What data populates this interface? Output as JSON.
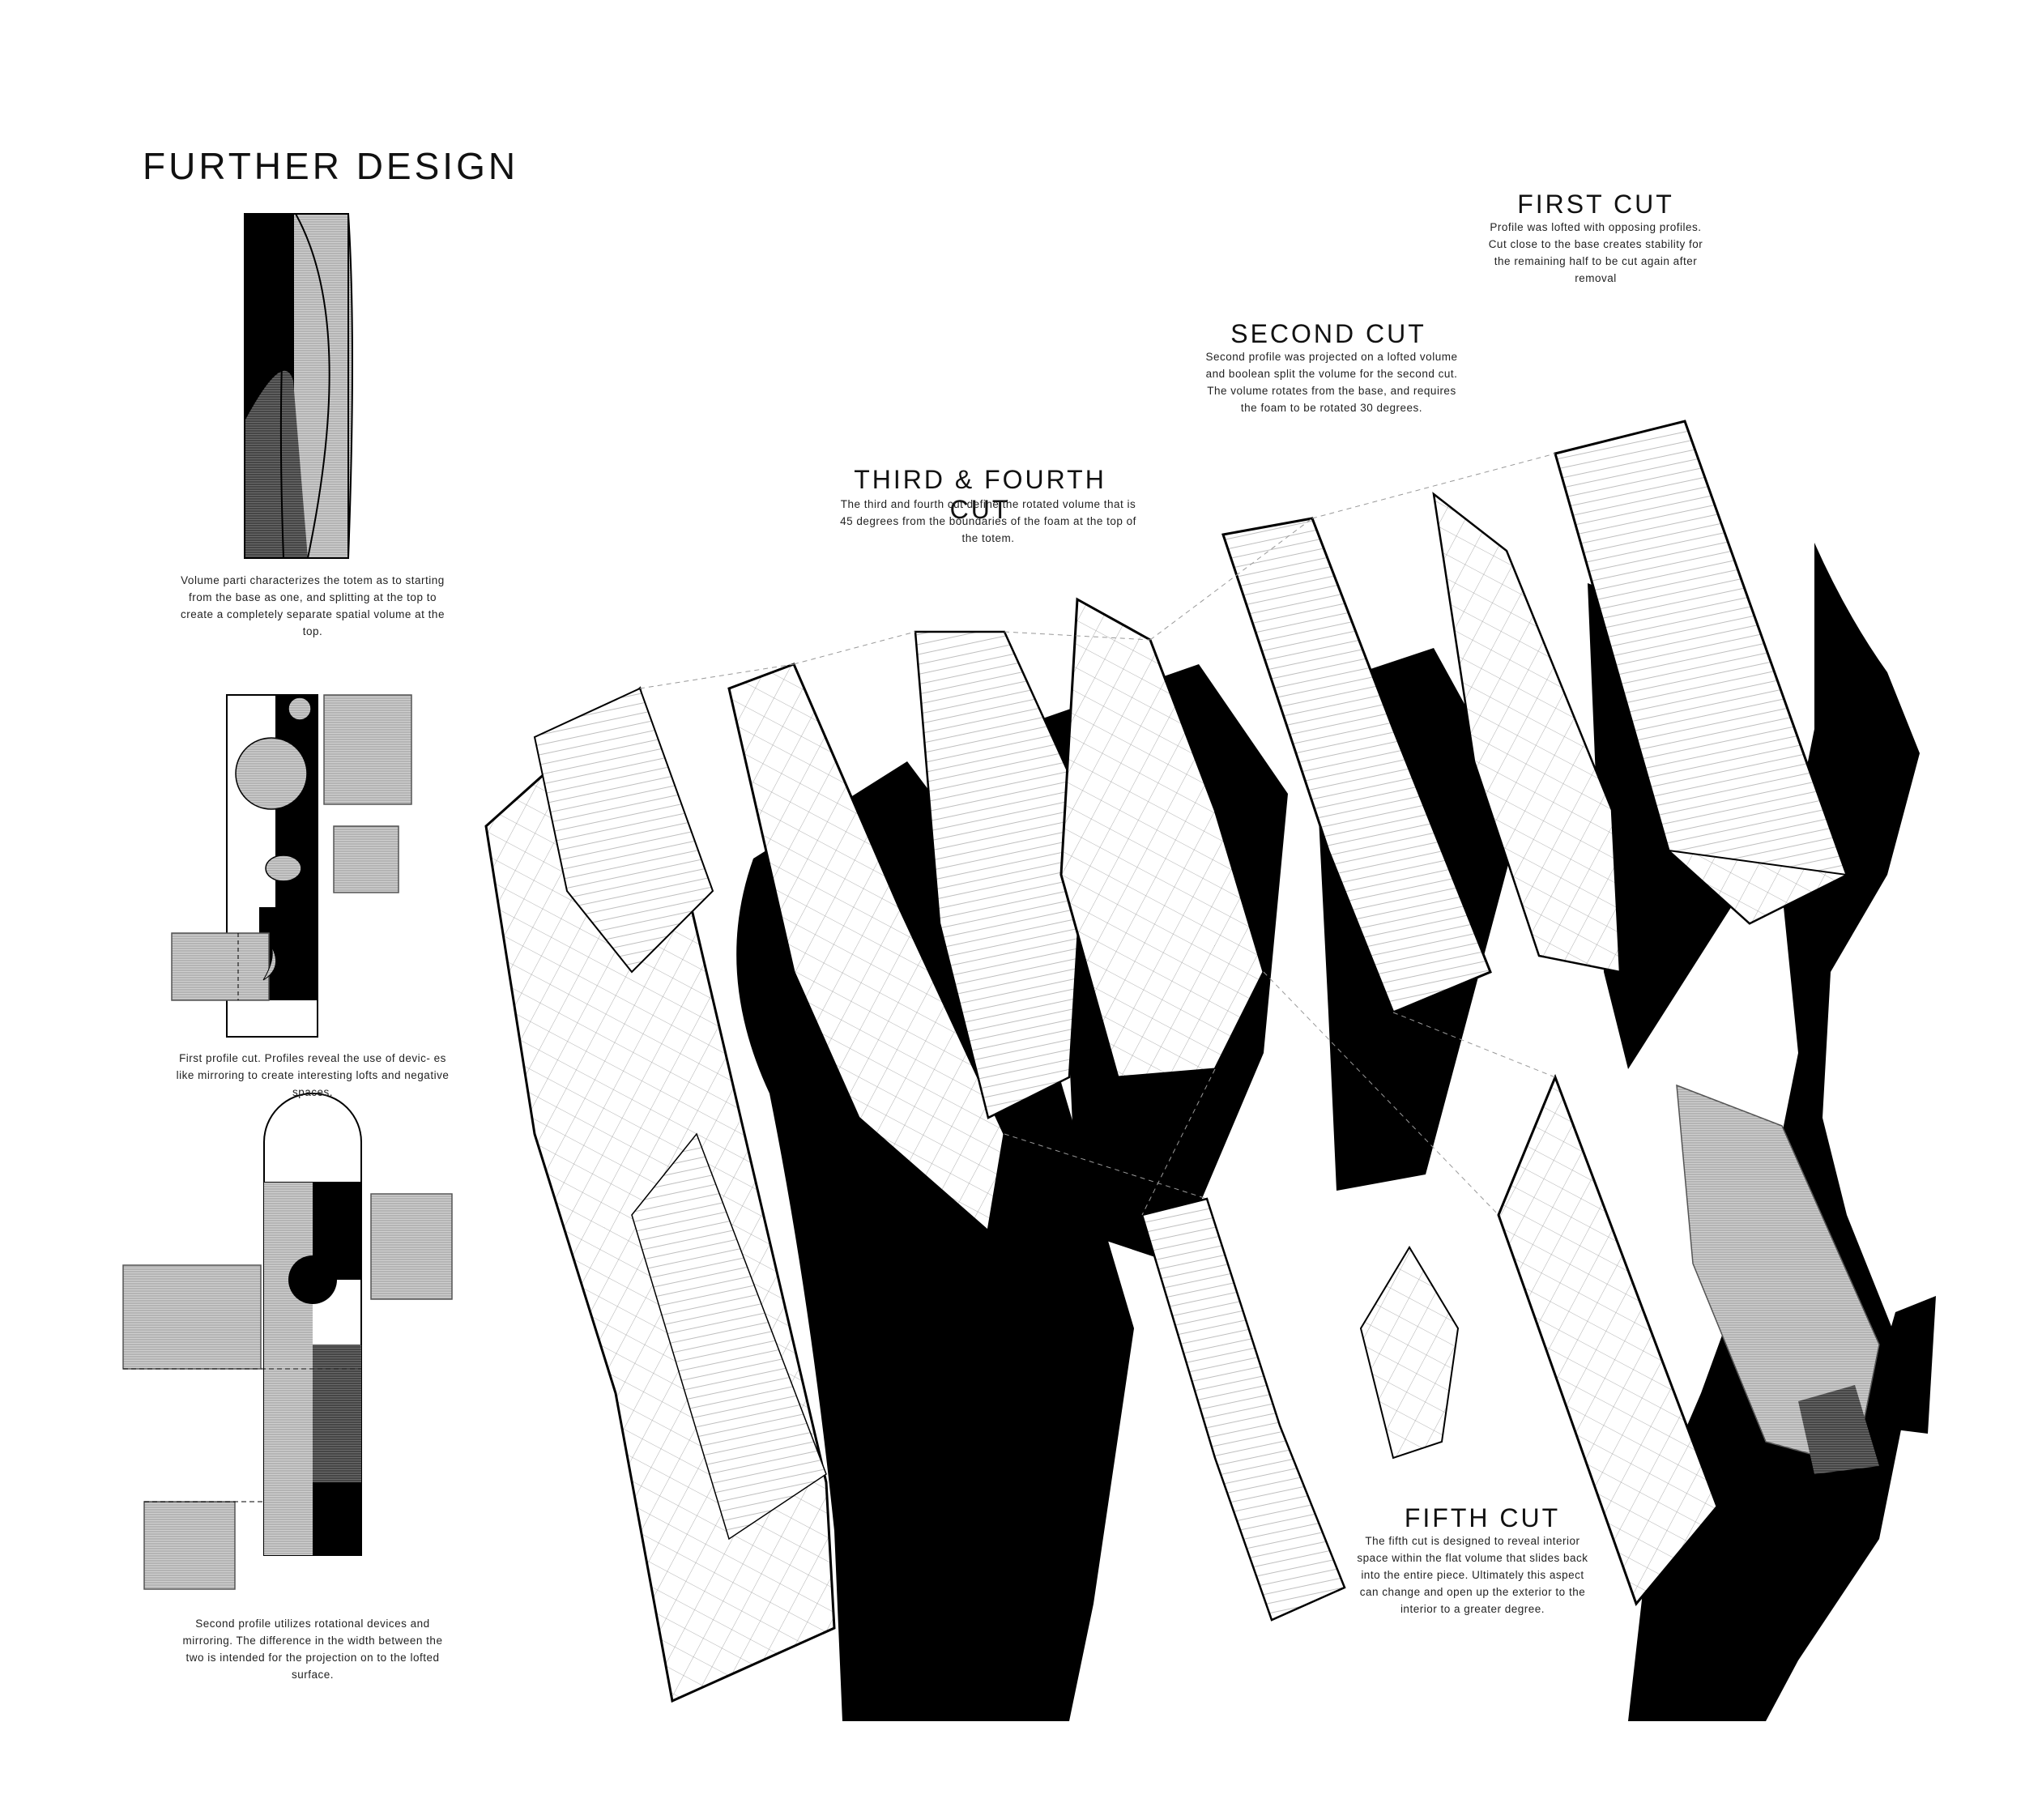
{
  "page": {
    "title": "FURTHER DESIGN"
  },
  "left_column": {
    "caption_volume": "Volume parti characterizes the totem as to starting from the base as one, and splitting at the top to create a completely separate spatial volume at the top.",
    "caption_first_profile": "First profile cut. Profiles reveal the use of devic- es like mirroring to create interesting lofts and negative spaces.",
    "caption_second_profile": "Second profile utilizes rotational devices and mirroring. The difference in the width between the two is intended for the projection on to the lofted surface."
  },
  "cuts": {
    "first": {
      "title": "FIRST CUT",
      "text": "Profile was lofted with opposing profiles. Cut close to the base creates stability for the remaining half to be cut again after removal"
    },
    "second": {
      "title": "SECOND CUT",
      "text": "Second profile was projected on a lofted volume and boolean split the volume for the second cut. The volume rotates from the base, and requires the foam to be  rotated 30 degrees."
    },
    "third_fourth": {
      "title": "THIRD & FOURTH CUT",
      "text": "The third and fourth cut define the rotated volume that is 45 degrees from the boundaries of the foam at the top of the totem."
    },
    "fifth": {
      "title": "FIFTH CUT",
      "text": "The fifth cut is designed to reveal interior space within the flat volume that slides back into the entire piece. Ultimately this aspect can change and open up the exterior to the interior to a greater degree."
    }
  },
  "colors": {
    "ink": "#000000",
    "paper": "#ffffff",
    "grey": "#bdbdbd",
    "dark_grey": "#555555"
  }
}
